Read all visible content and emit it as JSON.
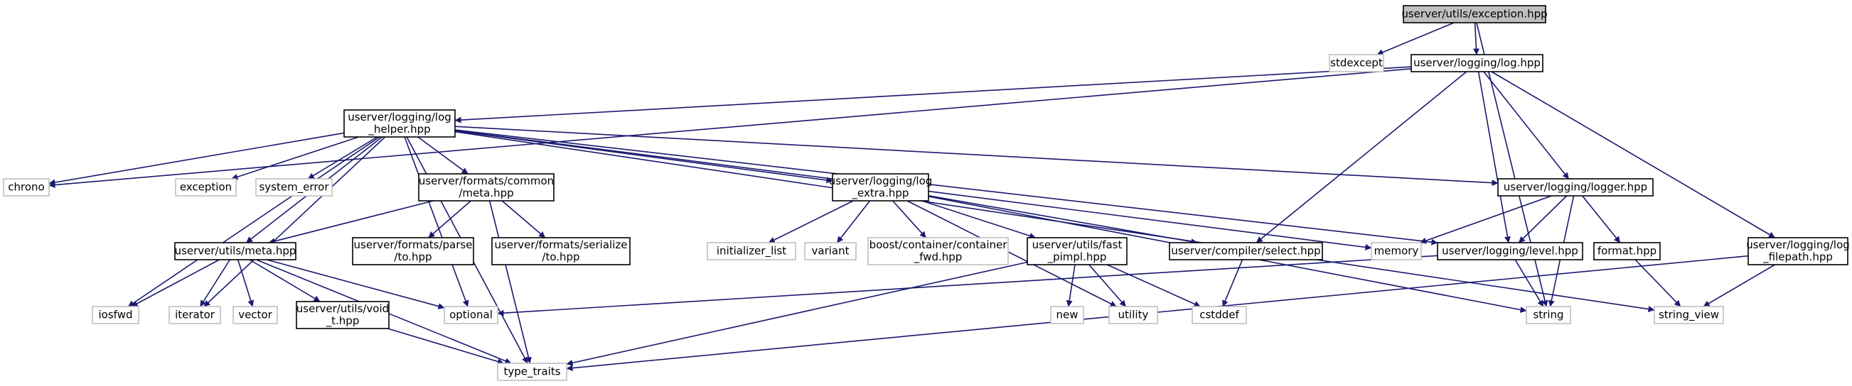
{
  "colors": {
    "edge": "#191970",
    "node_border": "#000000",
    "external_border": "#bfbfbf",
    "root_fill": "#bfbfbf",
    "node_fill": "#ffffff",
    "text": "#000000"
  },
  "nodes": [
    {
      "id": "exception",
      "lines": [
        "userver/utils/exception.hpp"
      ],
      "kind": "root"
    },
    {
      "id": "stdexcept",
      "lines": [
        "stdexcept"
      ],
      "kind": "external"
    },
    {
      "id": "log",
      "lines": [
        "userver/logging/log.hpp"
      ],
      "kind": "internal"
    },
    {
      "id": "log_helper",
      "lines": [
        "userver/logging/log",
        "_helper.hpp"
      ],
      "kind": "internal"
    },
    {
      "id": "chrono",
      "lines": [
        "chrono"
      ],
      "kind": "external"
    },
    {
      "id": "exc",
      "lines": [
        "exception"
      ],
      "kind": "external"
    },
    {
      "id": "system_error",
      "lines": [
        "system_error"
      ],
      "kind": "external"
    },
    {
      "id": "fmt_meta",
      "lines": [
        "userver/formats/common",
        "/meta.hpp"
      ],
      "kind": "internal"
    },
    {
      "id": "log_extra",
      "lines": [
        "userver/logging/log",
        "_extra.hpp"
      ],
      "kind": "internal"
    },
    {
      "id": "logger",
      "lines": [
        "userver/logging/logger.hpp"
      ],
      "kind": "internal"
    },
    {
      "id": "utils_meta",
      "lines": [
        "userver/utils/meta.hpp"
      ],
      "kind": "internal"
    },
    {
      "id": "parse_to",
      "lines": [
        "userver/formats/parse",
        "/to.hpp"
      ],
      "kind": "internal"
    },
    {
      "id": "serialize_to",
      "lines": [
        "userver/formats/serialize",
        "/to.hpp"
      ],
      "kind": "internal"
    },
    {
      "id": "init_list",
      "lines": [
        "initializer_list"
      ],
      "kind": "external"
    },
    {
      "id": "variant",
      "lines": [
        "variant"
      ],
      "kind": "external"
    },
    {
      "id": "boost_fwd",
      "lines": [
        "boost/container/container",
        "_fwd.hpp"
      ],
      "kind": "external"
    },
    {
      "id": "fast_pimpl",
      "lines": [
        "userver/utils/fast",
        "_pimpl.hpp"
      ],
      "kind": "internal"
    },
    {
      "id": "select",
      "lines": [
        "userver/compiler/select.hpp"
      ],
      "kind": "internal"
    },
    {
      "id": "memory",
      "lines": [
        "memory"
      ],
      "kind": "external"
    },
    {
      "id": "level",
      "lines": [
        "userver/logging/level.hpp"
      ],
      "kind": "internal"
    },
    {
      "id": "format",
      "lines": [
        "format.hpp"
      ],
      "kind": "internal"
    },
    {
      "id": "log_filepath",
      "lines": [
        "userver/logging/log",
        "_filepath.hpp"
      ],
      "kind": "internal"
    },
    {
      "id": "iosfwd",
      "lines": [
        "iosfwd"
      ],
      "kind": "external"
    },
    {
      "id": "iterator",
      "lines": [
        "iterator"
      ],
      "kind": "external"
    },
    {
      "id": "vector",
      "lines": [
        "vector"
      ],
      "kind": "external"
    },
    {
      "id": "void_t",
      "lines": [
        "userver/utils/void",
        "_t.hpp"
      ],
      "kind": "internal"
    },
    {
      "id": "optional",
      "lines": [
        "optional"
      ],
      "kind": "external"
    },
    {
      "id": "new",
      "lines": [
        "new"
      ],
      "kind": "external"
    },
    {
      "id": "utility",
      "lines": [
        "utility"
      ],
      "kind": "external"
    },
    {
      "id": "cstddef",
      "lines": [
        "cstddef"
      ],
      "kind": "external"
    },
    {
      "id": "string",
      "lines": [
        "string"
      ],
      "kind": "external"
    },
    {
      "id": "string_view",
      "lines": [
        "string_view"
      ],
      "kind": "external"
    },
    {
      "id": "type_traits",
      "lines": [
        "type_traits"
      ],
      "kind": "external"
    }
  ],
  "edges": [
    [
      "exception",
      "stdexcept"
    ],
    [
      "exception",
      "log"
    ],
    [
      "exception",
      "string"
    ],
    [
      "log",
      "chrono"
    ],
    [
      "log",
      "log_helper"
    ],
    [
      "log",
      "select"
    ],
    [
      "log",
      "level"
    ],
    [
      "log",
      "logger"
    ],
    [
      "log",
      "log_filepath"
    ],
    [
      "log_helper",
      "chrono"
    ],
    [
      "log_helper",
      "exc"
    ],
    [
      "log_helper",
      "system_error"
    ],
    [
      "log_helper",
      "fmt_meta"
    ],
    [
      "log_helper",
      "log_extra"
    ],
    [
      "log_helper",
      "logger"
    ],
    [
      "log_helper",
      "memory"
    ],
    [
      "log_helper",
      "level"
    ],
    [
      "log_helper",
      "string_view"
    ],
    [
      "log_helper",
      "utils_meta"
    ],
    [
      "log_helper",
      "iosfwd"
    ],
    [
      "log_helper",
      "iterator"
    ],
    [
      "log_helper",
      "optional"
    ],
    [
      "log_helper",
      "type_traits"
    ],
    [
      "fmt_meta",
      "utils_meta"
    ],
    [
      "fmt_meta",
      "parse_to"
    ],
    [
      "fmt_meta",
      "serialize_to"
    ],
    [
      "fmt_meta",
      "type_traits"
    ],
    [
      "log_extra",
      "init_list"
    ],
    [
      "log_extra",
      "variant"
    ],
    [
      "log_extra",
      "boost_fwd"
    ],
    [
      "log_extra",
      "fast_pimpl"
    ],
    [
      "log_extra",
      "select"
    ],
    [
      "log_extra",
      "utility"
    ],
    [
      "log_extra",
      "string"
    ],
    [
      "logger",
      "memory"
    ],
    [
      "logger",
      "level"
    ],
    [
      "logger",
      "format"
    ],
    [
      "logger",
      "string"
    ],
    [
      "utils_meta",
      "iosfwd"
    ],
    [
      "utils_meta",
      "iterator"
    ],
    [
      "utils_meta",
      "vector"
    ],
    [
      "utils_meta",
      "void_t"
    ],
    [
      "utils_meta",
      "optional"
    ],
    [
      "utils_meta",
      "type_traits"
    ],
    [
      "void_t",
      "type_traits"
    ],
    [
      "fast_pimpl",
      "new"
    ],
    [
      "fast_pimpl",
      "utility"
    ],
    [
      "fast_pimpl",
      "cstddef"
    ],
    [
      "fast_pimpl",
      "type_traits"
    ],
    [
      "select",
      "cstddef"
    ],
    [
      "level",
      "string"
    ],
    [
      "level",
      "optional"
    ],
    [
      "format",
      "string_view"
    ],
    [
      "log_filepath",
      "string_view"
    ],
    [
      "log_filepath",
      "type_traits"
    ]
  ]
}
